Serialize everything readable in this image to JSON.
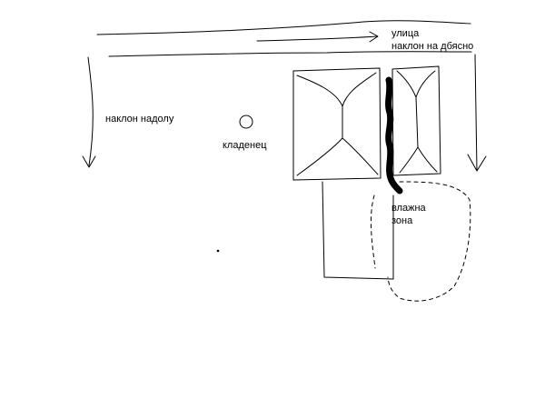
{
  "labels": {
    "street": "улица",
    "slope_right": "наклон на дбясно",
    "slope_down": "наклон надолу",
    "well": "кладенец",
    "wet_zone_line1": "влажна",
    "wet_zone_line2": "зона"
  },
  "colors": {
    "ink": "#000000",
    "background": "#ffffff"
  },
  "icons": {
    "well": "circle",
    "arrow_right": "arrow-right",
    "arrow_down": "arrow-down"
  }
}
